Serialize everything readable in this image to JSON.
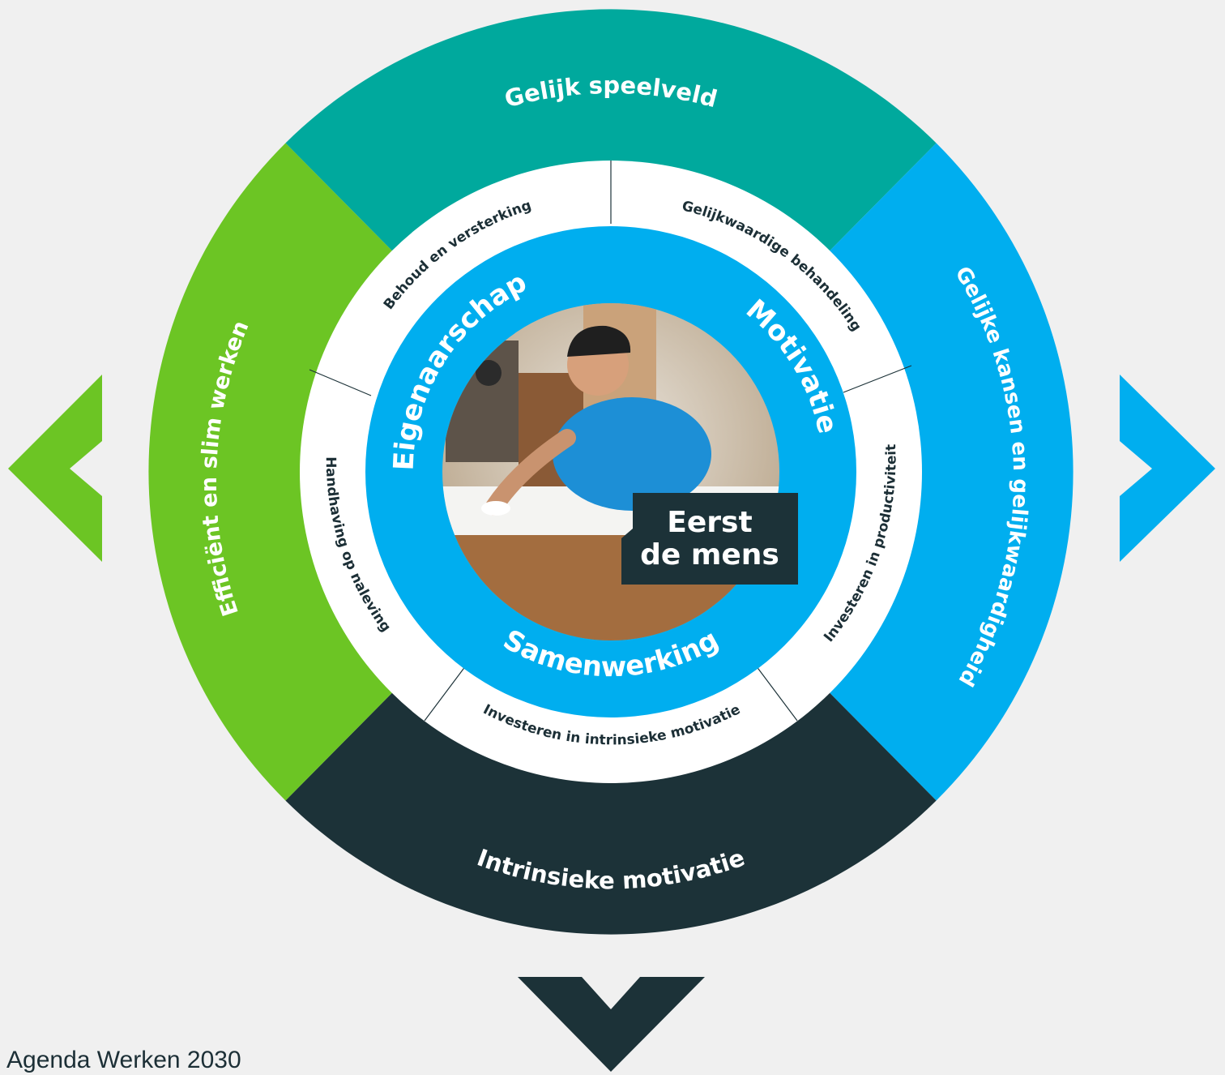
{
  "colors": {
    "background": "#f0f0f0",
    "teal": "#00a99d",
    "green": "#6cc524",
    "blue": "#00aeef",
    "dark": "#1c3238",
    "white": "#ffffff"
  },
  "outer_ring": {
    "top": "Gelijk speelveld",
    "left": "Efficiënt en slim werken",
    "right": "Gelijke kansen en gelijkwaardigheid",
    "bottom": "Intrinsieke motivatie"
  },
  "middle_ring": {
    "top_left": "Behoud en versterking",
    "top_right": "Gelijkwaardige behandeling",
    "left": "Handhaving op naleving",
    "right": "Investeren in productiviteit",
    "bottom": "Investeren in intrinsieke motivatie"
  },
  "core_ring": {
    "left": "Eigenaarschap",
    "right": "Motivatie",
    "bottom": "Samenwerking"
  },
  "center": {
    "photo_alt": "Man in blauw T-shirt die een werkblad schoonmaakt",
    "badge_line1": "Eerst",
    "badge_line2": "de mens"
  },
  "arrows": {
    "left_icon": "chevron-left-icon",
    "right_icon": "chevron-right-icon",
    "bottom_icon": "chevron-down-icon"
  },
  "caption": "Agenda Werken 2030"
}
